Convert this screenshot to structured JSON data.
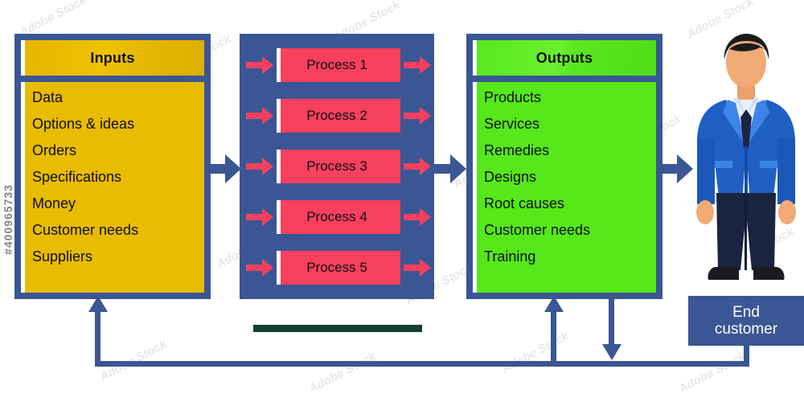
{
  "diagram": {
    "title": "Inputs Process Outputs diagram",
    "colors": {
      "navy": "#3b5694",
      "yellow": "#e8bc00",
      "green": "#56e81a",
      "pink": "#f5405e",
      "dark_green_bar": "#14412e",
      "white_stripe": "#ffffff",
      "text_dark": "#0d0d0d",
      "text_light": "#ffffff"
    },
    "inputs": {
      "header": "Inputs",
      "items": [
        "Data",
        "Options & ideas",
        "Orders",
        "Specifications",
        "Money",
        "Customer needs",
        "Suppliers"
      ]
    },
    "process": {
      "items": [
        "Process 1",
        "Process 2",
        "Process 3",
        "Process 4",
        "Process 5"
      ]
    },
    "outputs": {
      "header": "Outputs",
      "items": [
        "Products",
        "Services",
        "Remedies",
        "Designs",
        "Root causes",
        "Customer needs",
        "Training"
      ]
    },
    "end_customer": {
      "line1": "End",
      "line2": "customer"
    },
    "person": {
      "label": "businessman-figure",
      "hair": "#1b1b1f",
      "skin": "#f2aa76",
      "suit": "#1f5fc4",
      "lapel": "#3d84e8",
      "shirt": "#e8f1fb",
      "tie": "#1b2440",
      "trousers": "#1a2340",
      "shoes": "#1b1b1f"
    },
    "watermark": {
      "id": "#400965733",
      "brand": "Adobe Stock"
    }
  }
}
